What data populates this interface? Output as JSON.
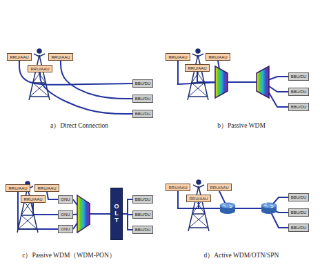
{
  "diagram": {
    "nodes": [
      {
        "text": [
          "RRU/AAU"
        ]
      },
      {
        "text": [
          "RRU/AAU"
        ]
      },
      {
        "text": [
          "RRU/AAU"
        ]
      },
      {
        "text": [
          "BBU/DU"
        ]
      },
      {
        "text": [
          "BBU/DU"
        ]
      },
      {
        "text": [
          "BBU/DU"
        ]
      },
      {
        "text": [
          "RRU/AAU"
        ]
      },
      {
        "text": [
          "RRU/AAU"
        ]
      },
      {
        "text": [
          "RRU/AAU"
        ]
      },
      {
        "text": [
          "BBU/DU"
        ]
      },
      {
        "text": [
          "BBU/DU"
        ]
      },
      {
        "text": [
          "BBU/DU"
        ]
      },
      {
        "text": [
          "RRU/AAU"
        ]
      },
      {
        "text": [
          "RRU/AAU"
        ]
      },
      {
        "text": [
          "RRU/AAU"
        ]
      },
      {
        "text": [
          "ONU"
        ]
      },
      {
        "text": [
          "ONU"
        ]
      },
      {
        "text": [
          "ONU"
        ]
      },
      {
        "text": [
          "OLT"
        ]
      },
      {
        "text": [
          "BBU/DU"
        ]
      },
      {
        "text": [
          "BBU/DU"
        ]
      },
      {
        "text": [
          "BBU/DU"
        ]
      },
      {
        "text": [
          "RRU/AAU"
        ]
      },
      {
        "text": [
          "RRU/AAU"
        ]
      },
      {
        "text": [
          "RRU/AAU"
        ]
      },
      {
        "text": [
          "BBU/DU"
        ]
      },
      {
        "text": [
          "BBU/DU"
        ]
      },
      {
        "text": [
          "BBU/DU"
        ]
      }
    ],
    "edges": [
      {
        "from": 0,
        "to": 3,
        "arrow": "none"
      },
      {
        "from": 1,
        "to": 4,
        "arrow": "none"
      },
      {
        "from": 2,
        "to": 5,
        "arrow": "none"
      },
      {
        "from": 6,
        "to": 9,
        "arrow": "none"
      },
      {
        "from": 7,
        "to": 10,
        "arrow": "none"
      },
      {
        "from": 8,
        "to": 11,
        "arrow": "none"
      },
      {
        "from": 13,
        "to": 15,
        "arrow": "none"
      },
      {
        "from": 14,
        "to": 16,
        "arrow": "none"
      },
      {
        "from": 12,
        "to": 17,
        "arrow": "none"
      },
      {
        "from": 15,
        "to": 18,
        "arrow": "none"
      },
      {
        "from": 16,
        "to": 18,
        "arrow": "none"
      },
      {
        "from": 17,
        "to": 18,
        "arrow": "none"
      },
      {
        "from": 18,
        "to": 19,
        "arrow": "none"
      },
      {
        "from": 18,
        "to": 20,
        "arrow": "none"
      },
      {
        "from": 18,
        "to": 21,
        "arrow": "none"
      },
      {
        "from": 22,
        "to": 25,
        "arrow": "none"
      },
      {
        "from": 23,
        "to": 26,
        "arrow": "none"
      },
      {
        "from": 24,
        "to": 27,
        "arrow": "none"
      }
    ],
    "labels": [
      "a）Direct Connection",
      "b）Passive WDM",
      "c）Passive WDM（WDM-PON）",
      "d）Active WDM/OTN/SPN"
    ]
  }
}
